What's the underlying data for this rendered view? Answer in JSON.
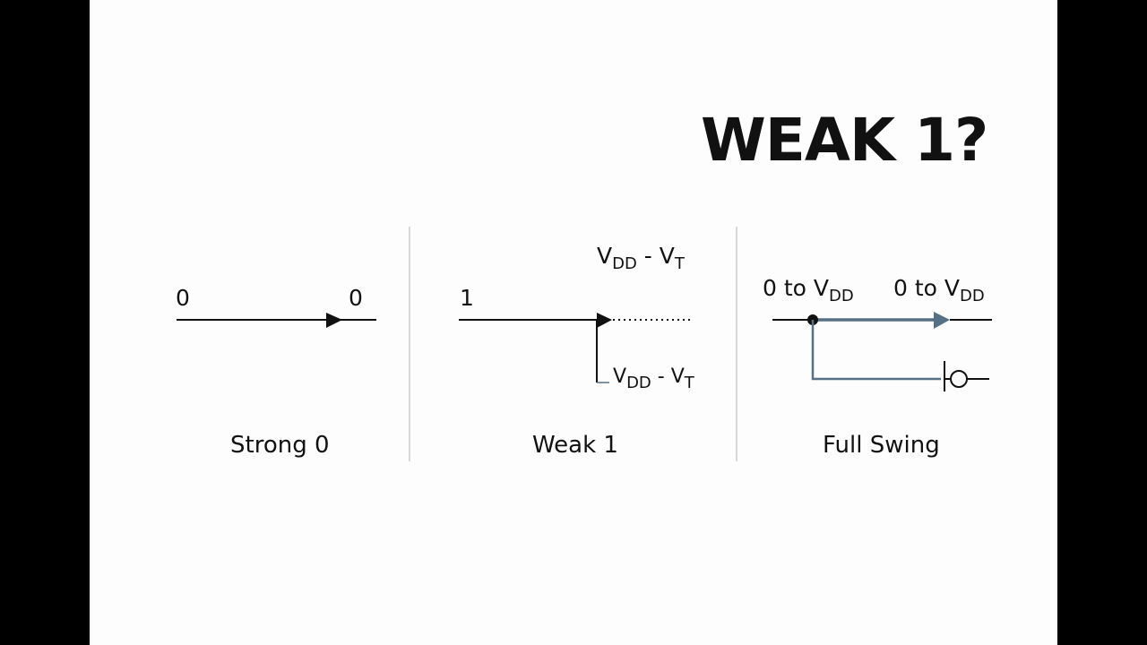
{
  "title": "WEAK 1?",
  "colors": {
    "accent": "#567186",
    "line": "#111111",
    "divider": "#cccccc",
    "background": "#fdfdfd"
  },
  "panels": {
    "strong0": {
      "input": "0",
      "output": "0",
      "caption": "Strong 0"
    },
    "weak1": {
      "input": "1",
      "top_v": "V",
      "top_sub1": "DD",
      "top_mid": " - V",
      "top_sub2": "T",
      "low_v": "V",
      "low_sub1": "DD",
      "low_mid": " - V",
      "low_sub2": "T",
      "caption": "Weak 1"
    },
    "fullswing": {
      "in_text": "0 to V",
      "in_sub": "DD",
      "out_text": "0 to V",
      "out_sub": "DD",
      "caption": "Full Swing"
    }
  }
}
